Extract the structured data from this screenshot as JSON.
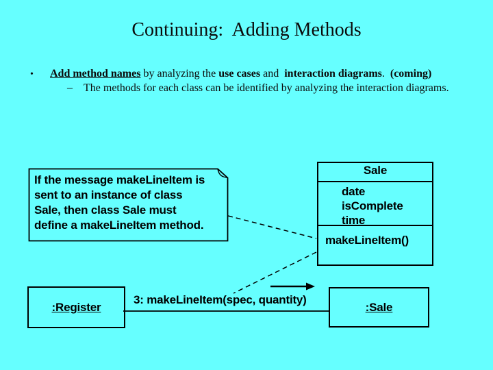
{
  "title": "Continuing:  Adding Methods",
  "bullet": {
    "marker": "•",
    "runs": [
      {
        "text": "Add method names"
      },
      {
        "text": " by analyzing the "
      },
      {
        "text": "use cases"
      },
      {
        "text": " and  "
      },
      {
        "text": "interaction diagrams"
      },
      {
        "text": ".  "
      },
      {
        "text": "(coming)"
      }
    ],
    "sub_marker": "–",
    "sub_text": "The methods for each class can be identified by analyzing the interaction diagrams."
  },
  "note": {
    "lines": [
      "If the message makeLineItem is",
      "sent to an instance of class",
      "Sale, then class Sale must",
      "define a makeLineItem method."
    ]
  },
  "uml_class": {
    "name": "Sale",
    "attributes": [
      "date",
      "isComplete",
      "time"
    ],
    "methods": [
      "makeLineItem()"
    ]
  },
  "sequence": {
    "sender_label": ":Register",
    "receiver_label": ":Sale",
    "message_label": "3: makeLineItem(spec, quantity)"
  },
  "colors": {
    "background": "#66FFFF",
    "ink": "#000000"
  }
}
